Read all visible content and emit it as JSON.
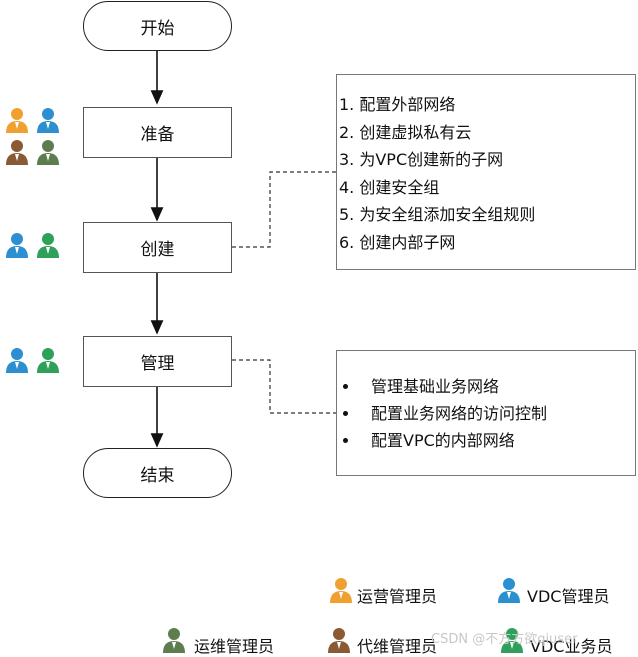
{
  "flow": {
    "start": "开始",
    "prepare": "准备",
    "create": "创建",
    "manage": "管理",
    "end": "结束"
  },
  "create_steps": [
    "1.  配置外部网络",
    "2.  创建虚拟私有云",
    "3.  为VPC创建新的子网",
    "4.  创建安全组",
    "5.  为安全组添加安全组规则",
    "6.  创建内部子网"
  ],
  "manage_steps": [
    "管理基础业务网络",
    "配置业务网络的访问控制",
    "配置VPC的内部网络"
  ],
  "legend": [
    {
      "label": "运营管理员",
      "icon": "person-orange-icon",
      "color": "#f0a030"
    },
    {
      "label": "VDC管理员",
      "icon": "person-blue-icon",
      "color": "#2b8fd0"
    },
    {
      "label": "运维管理员",
      "icon": "person-olive-icon",
      "color": "#5e7d4e"
    },
    {
      "label": "代维管理员",
      "icon": "person-brown-icon",
      "color": "#8a5a34"
    },
    {
      "label": "VDC业务员",
      "icon": "person-green-icon",
      "color": "#2ea05a"
    }
  ],
  "colors": {
    "orange": "#f0a030",
    "blue": "#2b8fd0",
    "olive": "#5e7d4e",
    "brown": "#8a5a34",
    "green": "#2ea05a"
  },
  "watermark": "CSDN @不方方欲qiuser"
}
